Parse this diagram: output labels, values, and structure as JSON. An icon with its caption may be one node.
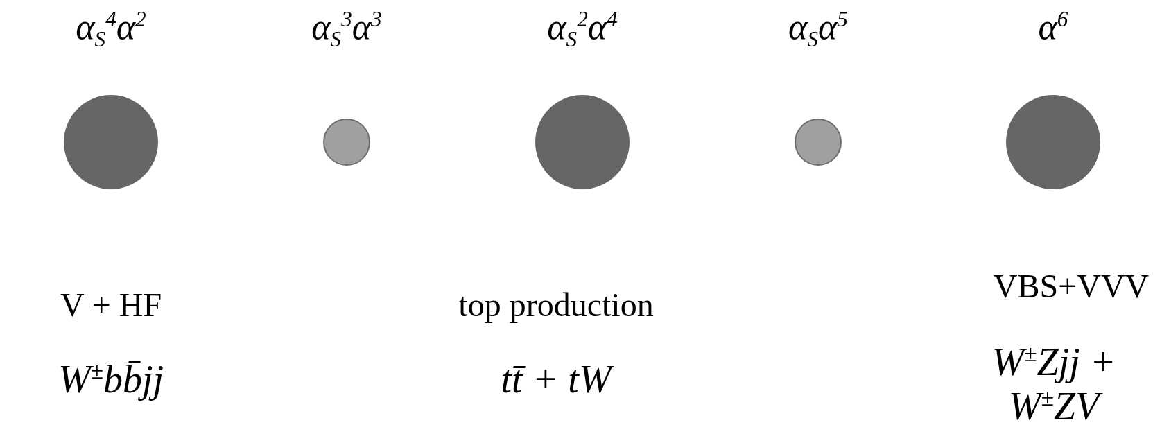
{
  "diagram": {
    "nodes": [
      {
        "text": [],
        "shape": "circle",
        "beside": [
          "α$_{S}$$^{4}$α$^{2}$"
        ]
      },
      {
        "text": [],
        "shape": "circle",
        "beside": [
          "α$_{S}$$^{3}$α$^{3}$"
        ]
      },
      {
        "text": [],
        "shape": "circle",
        "beside": [
          "α$_{S}$$^{2}$α$^{4}$"
        ]
      },
      {
        "text": [],
        "shape": "circle",
        "beside": [
          "α$_{S}$α$^{5}$"
        ]
      },
      {
        "text": [],
        "shape": "circle",
        "beside": [
          "α$^{6}$"
        ]
      }
    ],
    "edges": [],
    "labels": [
      "V + HF",
      "top production",
      "VBS+VVV",
      "W$^{±}$bb̄jj",
      "tt̄ + tW",
      "W$^{±}$Zjj + W$^{±}$ZV"
    ]
  }
}
